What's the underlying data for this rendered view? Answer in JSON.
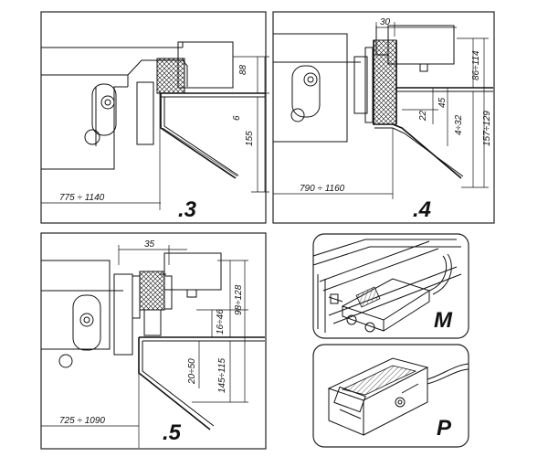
{
  "panels": [
    {
      "id": "3",
      "label": ".3",
      "dims": {
        "top": "88",
        "mid": "6",
        "low": "155",
        "range": "775 ÷ 1140"
      }
    },
    {
      "id": "4",
      "label": ".4",
      "dims": {
        "top": "30",
        "right1": "86÷114",
        "right2": "157÷129",
        "mid1": "22",
        "mid2": "45",
        "mid3": "4÷32",
        "range": "790 ÷ 1160"
      }
    },
    {
      "id": "5",
      "label": ".5",
      "dims": {
        "top": "35",
        "right1": "98÷128",
        "right2": "16÷46",
        "mid1": "20÷50",
        "mid2": "145÷115",
        "range": "725 ÷ 1090"
      }
    }
  ],
  "insets": [
    {
      "id": "M",
      "label": "M"
    },
    {
      "id": "P",
      "label": "P"
    }
  ]
}
